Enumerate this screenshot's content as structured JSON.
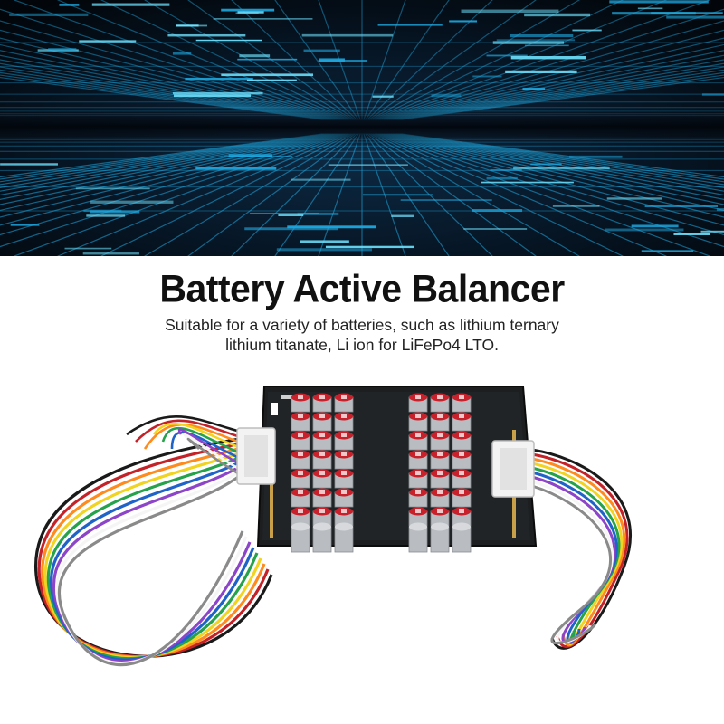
{
  "banner": {
    "icon": "digital-grid-tunnel",
    "colors": {
      "background": "#02060d",
      "glow": "#1ea8e0",
      "accent": "#6fe3ff"
    }
  },
  "heading": {
    "title": "Battery Active Balancer",
    "description_line1": "Suitable for a variety of batteries, such as lithium ternary",
    "description_line2": "lithium titanate, Li ion for LiFePo4 LTO."
  },
  "product": {
    "icon": "battery-balancer-board",
    "colors": {
      "board": "#1c1e20",
      "capacitor_top": "#c8212b",
      "capacitor_body": "#b9bcc0",
      "connector": "#f2f2f2"
    },
    "wire_colors": [
      "#1a1a1a",
      "#c32228",
      "#ff8a1e",
      "#f1d321",
      "#26a24a",
      "#1f63c8",
      "#8c44c8",
      "#f5f5f5",
      "#8a8a8a",
      "#25b7c4"
    ]
  }
}
